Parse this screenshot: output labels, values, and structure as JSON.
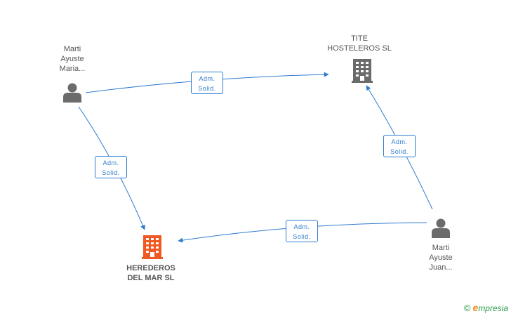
{
  "nodes": {
    "marti_maria": {
      "lines": [
        "Marti",
        "Ayuste",
        "Maria..."
      ],
      "type": "person"
    },
    "tite": {
      "lines": [
        "TITE",
        "HOSTELEROS SL"
      ],
      "type": "company"
    },
    "herederos": {
      "lines": [
        "HEREDEROS",
        "DEL MAR  SL"
      ],
      "type": "company-main"
    },
    "marti_juan": {
      "lines": [
        "Marti",
        "Ayuste",
        "Juan..."
      ],
      "type": "person"
    }
  },
  "edges": [
    {
      "from": "marti_maria",
      "to": "tite",
      "label": [
        "Adm.",
        "Solid."
      ]
    },
    {
      "from": "marti_maria",
      "to": "herederos",
      "label": [
        "Adm.",
        "Solid."
      ]
    },
    {
      "from": "marti_juan",
      "to": "tite",
      "label": [
        "Adm.",
        "Solid."
      ]
    },
    {
      "from": "marti_juan",
      "to": "herederos",
      "label": [
        "Adm.",
        "Solid."
      ]
    }
  ],
  "colors": {
    "edge": "#2e7bcf",
    "icon": "#6b6b6b",
    "main_company": "#f05a22",
    "brand_green": "#2e9b4a",
    "brand_orange": "#f08a1e"
  },
  "brand": {
    "copyright": "©",
    "initial": "e",
    "rest": "mpresia"
  }
}
